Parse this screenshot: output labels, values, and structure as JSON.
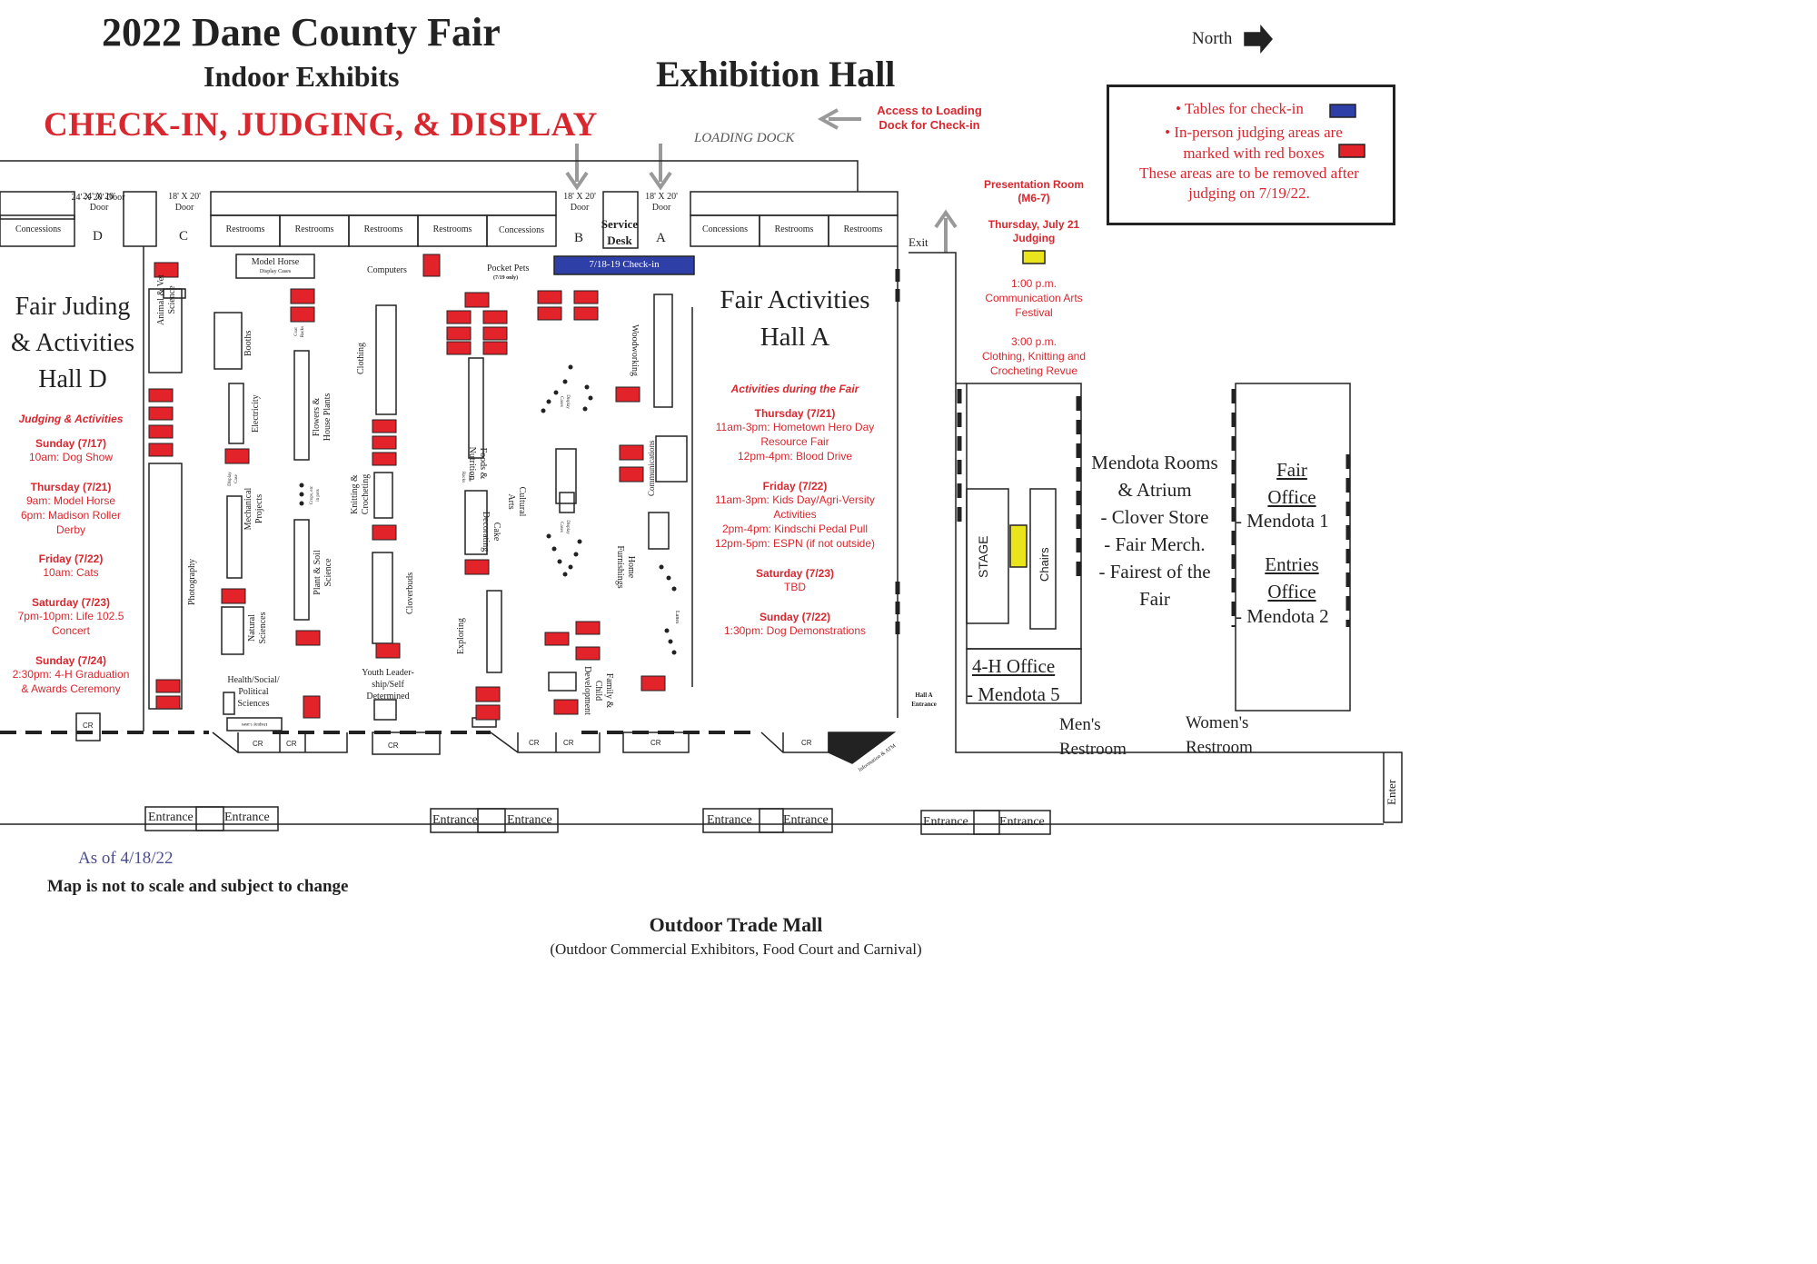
{
  "header": {
    "title": "2022 Dane County Fair",
    "subtitle": "Indoor Exhibits",
    "banner": "CHECK-IN, JUDGING, & DISPLAY",
    "hall_title": "Exhibition Hall",
    "north": "North"
  },
  "loading": {
    "access": "Access to Loading\nDock for Check-in",
    "dock": "LOADING DOCK"
  },
  "legend": {
    "line1": "• Tables for check-in",
    "line2": "• In-person judging areas are\nmarked with red boxes",
    "line3": "These areas are to be removed after\njudging on 7/19/22.",
    "blue": "#2f3fa8",
    "red": "#e3232a",
    "yellow": "#e9e41c"
  },
  "doors": {
    "d_size": "24' X 20'\nDoor",
    "d_letter": "D",
    "c_size": "18' X 20'\nDoor",
    "c_letter": "C",
    "b_size": "18' X 20'\nDoor",
    "b_letter": "B",
    "a_size": "18' X 20'\nDoor",
    "a_letter": "A",
    "service_desk": "Service\nDesk"
  },
  "top_rooms": {
    "concessions": "Concessions",
    "restrooms": "Restrooms",
    "checkin": "7/18-19 Check-in",
    "exit": "Exit"
  },
  "hall_d": {
    "title": "Fair Juding\n& Activities\nHall D",
    "heading": "Judging & Activities",
    "events": [
      {
        "day": "Sunday (7/17)",
        "text": "10am: Dog Show"
      },
      {
        "day": "Thursday (7/21)",
        "text": "9am: Model Horse\n6pm: Madison Roller\nDerby"
      },
      {
        "day": "Friday (7/22)",
        "text": "10am: Cats"
      },
      {
        "day": "Saturday (7/23)",
        "text": "7pm-10pm: Life 102.5\nConcert"
      },
      {
        "day": "Sunday (7/24)",
        "text": "2:30pm: 4-H Graduation\n& Awards Ceremony"
      }
    ]
  },
  "hall_a": {
    "title": "Fair Activities\nHall A",
    "heading": "Activities during the Fair",
    "events": [
      {
        "day": "Thursday (7/21)",
        "text": "11am-3pm: Hometown Hero Day\nResource Fair\n12pm-4pm: Blood Drive"
      },
      {
        "day": "Friday (7/22)",
        "text": "11am-3pm: Kids Day/Agri-Versity\nActivities\n2pm-4pm: Kindschi Pedal Pull\n12pm-5pm: ESPN (if not outside)"
      },
      {
        "day": "Saturday (7/23)",
        "text": "TBD"
      },
      {
        "day": "Sunday (7/22)",
        "text": "1:30pm: Dog Demonstrations"
      }
    ],
    "entrance": "Hall A\nEntrance",
    "info": "Information & ATM"
  },
  "presentation": {
    "title": "Presentation Room\n(M6-7)",
    "heading": "Thursday, July 21\nJudging",
    "item1": "1:00 p.m.\nCommunication Arts\nFestival",
    "item2": "3:00 p.m.\nClothing, Knitting and\nCrocheting Revue"
  },
  "mendota": {
    "stage": "STAGE",
    "chairs": "Chairs",
    "rooms": "Mendota Rooms\n& Atrium\n- Clover Store\n- Fair Merch.\n- Fairest of the\nFair",
    "fair_office": "Fair\nOffice",
    "mendota1": "- Mendota 1",
    "entries_office": "Entries\nOffice",
    "mendota2": "- Mendota 2",
    "h4_office": "4-H Office",
    "mendota5": "- Mendota 5",
    "mens": "Men's\nRestroom",
    "womens": "Women's\nRestroom",
    "enter": "Enter"
  },
  "exhibits": {
    "model_horse": "Model Horse",
    "display_cases": "Display Cases",
    "computers": "Computers",
    "pocket_pets": "Pocket Pets",
    "pocket_pets_note": "(7/19 only)",
    "animal_vet": "Animal & Vet\nScience",
    "booths": "Booths",
    "electricity": "Electricity",
    "coat_racks": "Coat\nRacks",
    "flowers": "Flowers &\nHouse Plants",
    "clothing": "Clothing",
    "foods": "Foods &\nNutrition",
    "cultural_arts": "Cultural\nArts",
    "woodworking": "Woodworking",
    "communications": "Communications",
    "display_case": "Display\nCase",
    "mechanical": "Mechanical\nProjects",
    "crops": "Crops, etc\nin pots",
    "knitting": "Knitting &\nCrocheting",
    "cake_racks": "Cake\nRacks",
    "cake_decorating": "Cake\nDecorating",
    "display_cases_v": "Display\nCases",
    "home_furnishings": "Home\nFurnishings",
    "photography": "Photography",
    "plant_soil": "Plant & Soil\nScience",
    "cloverbuds": "Cloverbuds",
    "exploring": "Exploring",
    "lanes": "Lanes",
    "natural_sciences": "Natural\nSciences",
    "family_child": "Family &\nChild\nDevelopment",
    "health": "Health/Social/\nPolitical\nSciences",
    "youth": "Youth Leader-\nship/Self\nDetermined",
    "display_cases_bottom": "Display Cases",
    "cr": "CR"
  },
  "entrances": {
    "label": "Entrance"
  },
  "footer": {
    "as_of": "As of 4/18/22",
    "note": "Map is not to scale and subject to change",
    "trade_mall": "Outdoor Trade Mall",
    "trade_mall_sub": "(Outdoor Commercial Exhibitors, Food Court and Carnival)"
  }
}
